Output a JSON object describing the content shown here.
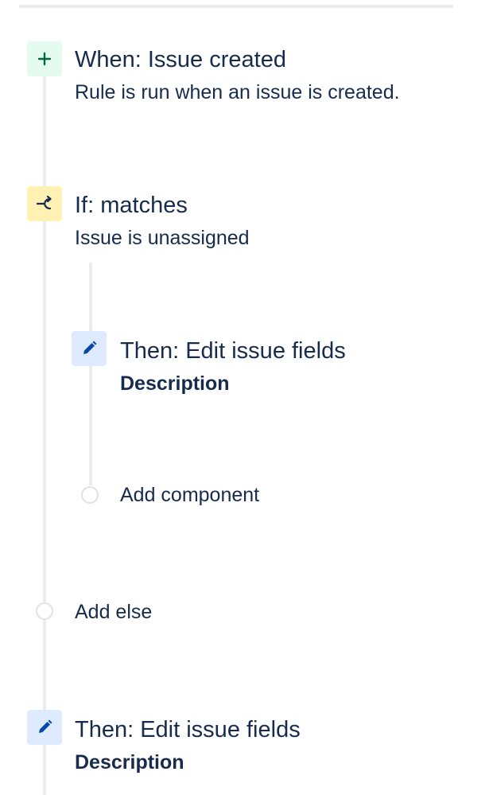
{
  "steps": {
    "trigger": {
      "title": "When: Issue created",
      "description": "Rule is run when an issue is created.",
      "icon": "plus-icon",
      "color": "#006644"
    },
    "condition": {
      "title": "If: matches",
      "description": "Issue is unassigned",
      "icon": "branch-icon",
      "color": "#FFF0B3"
    },
    "nested_action": {
      "title": "Then: Edit issue fields",
      "description": "Description",
      "icon": "pencil-icon",
      "color": "#0747A6"
    },
    "add_component": {
      "label": "Add component"
    },
    "add_else": {
      "label": "Add else"
    },
    "action": {
      "title": "Then: Edit issue fields",
      "description": "Description",
      "icon": "pencil-icon",
      "color": "#0747A6"
    }
  }
}
